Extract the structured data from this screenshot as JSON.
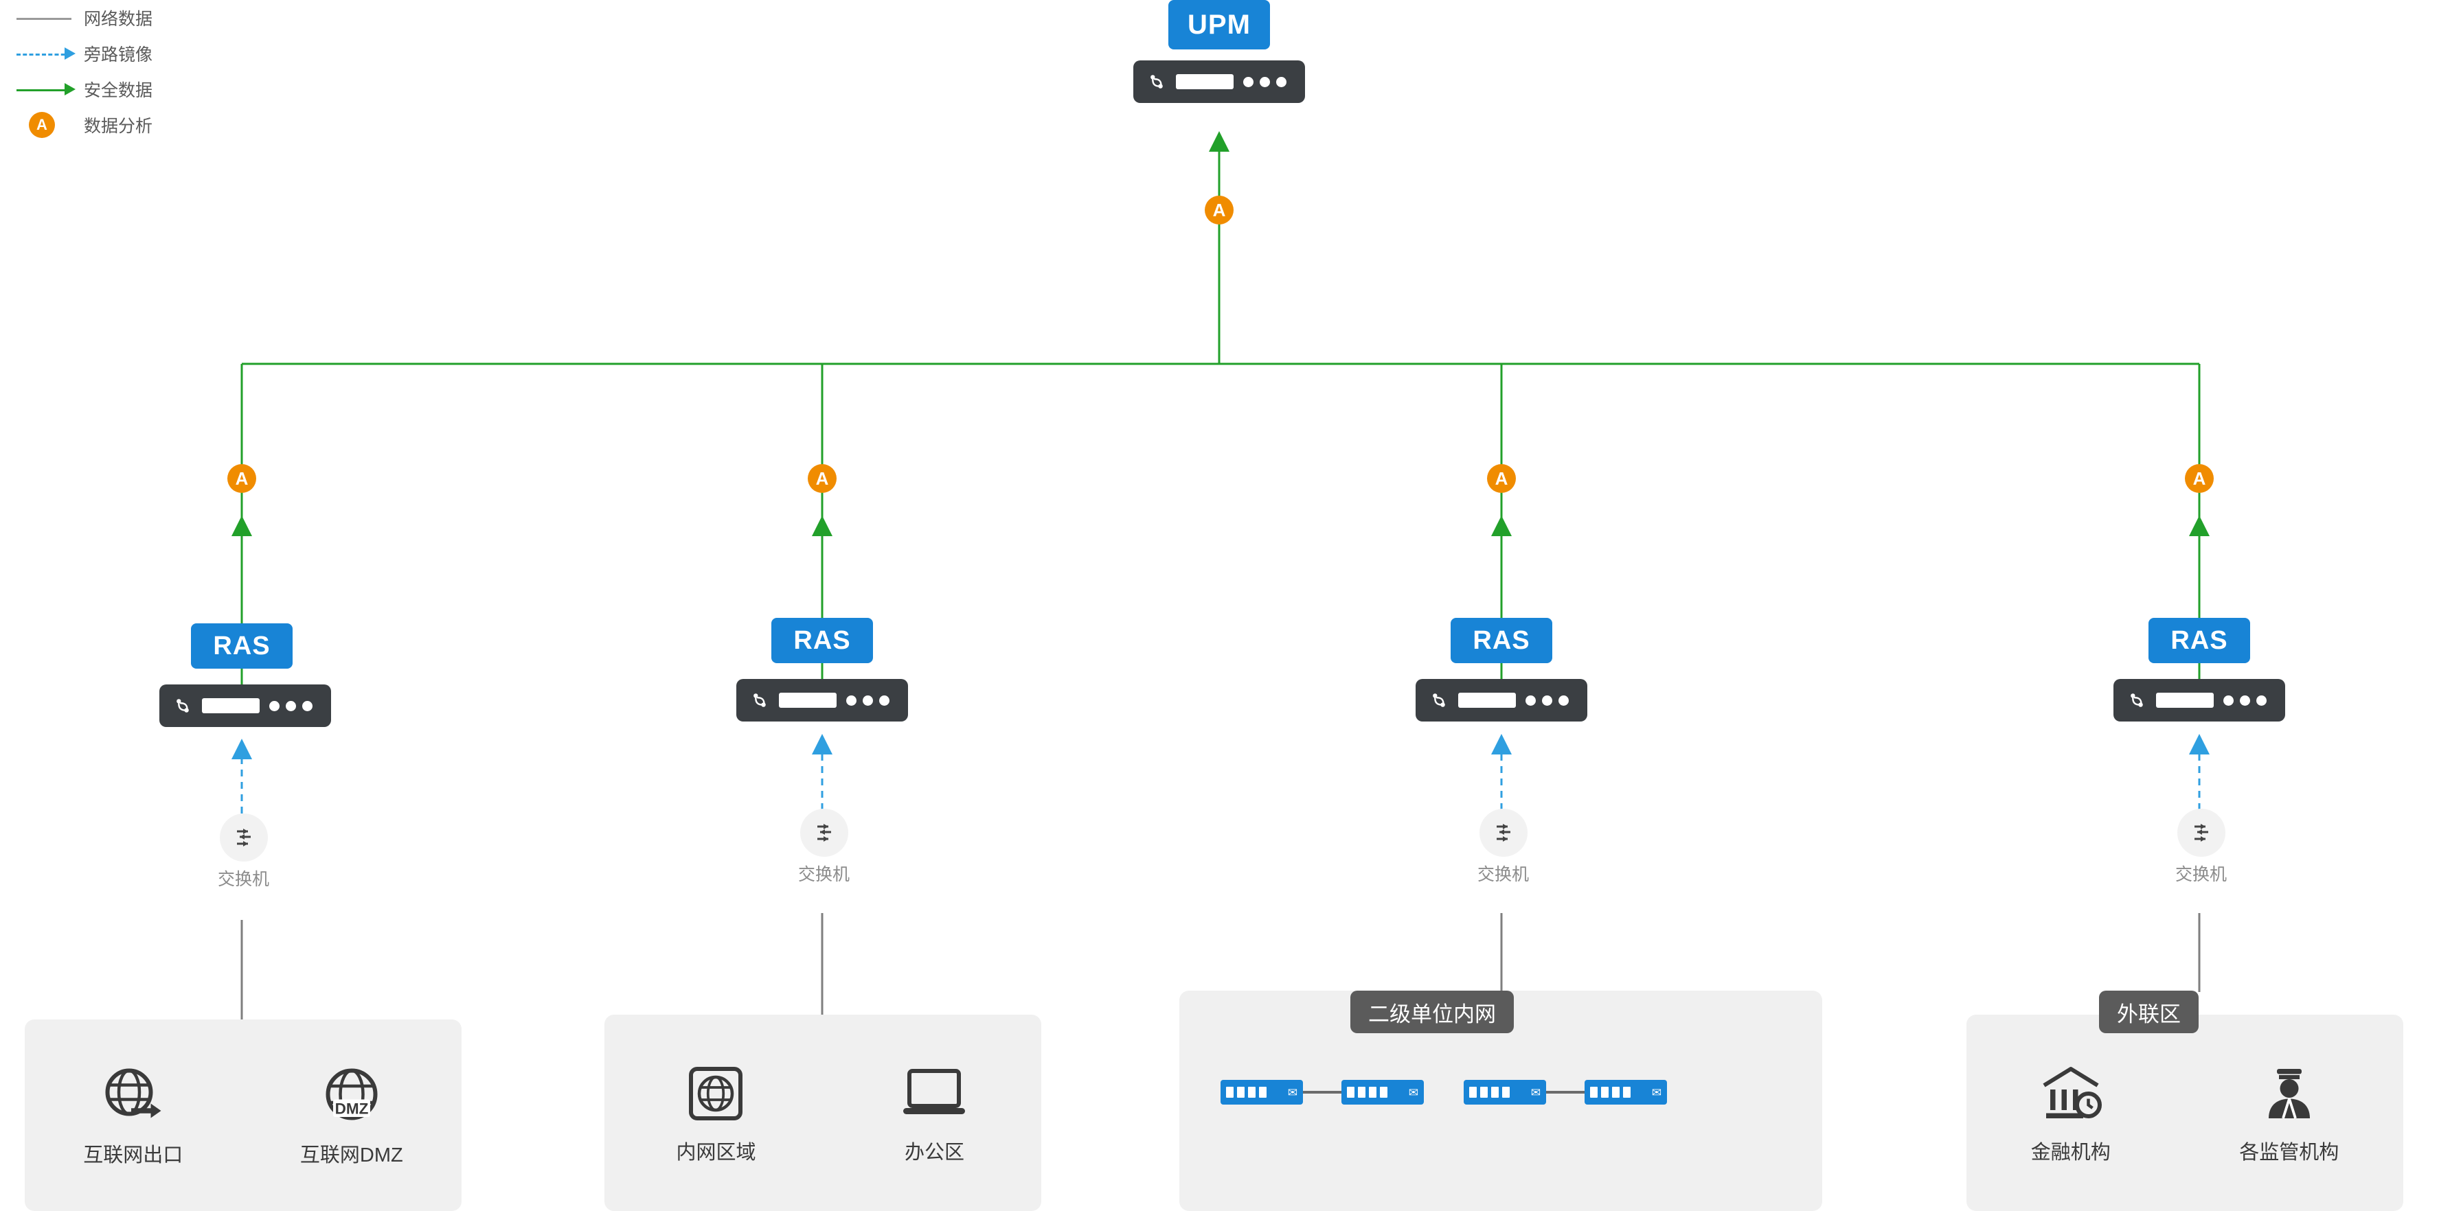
{
  "legend": {
    "items": [
      {
        "label": "网络数据",
        "style": "solid-gray",
        "icon": "line-gray-icon"
      },
      {
        "label": "旁路镜像",
        "style": "dashed-blue-arrow",
        "icon": "line-blue-arrow-icon"
      },
      {
        "label": "安全数据",
        "style": "solid-green-arrow",
        "icon": "line-green-arrow-icon"
      },
      {
        "label": "数据分析",
        "style": "badge-orange",
        "icon": "badge-a-icon"
      }
    ]
  },
  "nodes": {
    "upm": {
      "tag": "UPM",
      "device_icon": "server-device-icon"
    },
    "ras": [
      {
        "tag": "RAS",
        "device_icon": "server-device-icon"
      },
      {
        "tag": "RAS",
        "device_icon": "server-device-icon"
      },
      {
        "tag": "RAS",
        "device_icon": "server-device-icon"
      },
      {
        "tag": "RAS",
        "device_icon": "server-device-icon"
      }
    ],
    "analysis_badge_label": "A",
    "switches": [
      {
        "label": "交换机",
        "icon": "switch-icon"
      },
      {
        "label": "交换机",
        "icon": "switch-icon"
      },
      {
        "label": "交换机",
        "icon": "switch-icon"
      },
      {
        "label": "交换机",
        "icon": "switch-icon"
      }
    ]
  },
  "panels": [
    {
      "title": "",
      "items": [
        {
          "label": "互联网出口",
          "icon": "globe-arrow-icon"
        },
        {
          "label": "互联网DMZ",
          "icon": "globe-dmz-icon"
        }
      ]
    },
    {
      "title": "",
      "items": [
        {
          "label": "内网区域",
          "icon": "globe-card-icon"
        },
        {
          "label": "办公区",
          "icon": "laptop-icon"
        }
      ]
    },
    {
      "title": "二级单位内网",
      "items": [],
      "network": {
        "group1": [
          "switch-box-icon",
          "switch-box-icon"
        ],
        "group2": [
          "switch-box-icon",
          "switch-box-icon"
        ]
      }
    },
    {
      "title": "外联区",
      "items": [
        {
          "label": "金融机构",
          "icon": "bank-icon"
        },
        {
          "label": "各监管机构",
          "icon": "officer-icon"
        }
      ]
    }
  ],
  "colors": {
    "accent_blue": "#1884d6",
    "orange": "#f08c00",
    "green": "#22a02a",
    "mirror_blue": "#2f9fe0",
    "gray_line": "#7f7f7f",
    "dark_device": "#3b3f43",
    "panel_bg": "#f0f0f0",
    "title_bg": "#5b5b5b"
  }
}
